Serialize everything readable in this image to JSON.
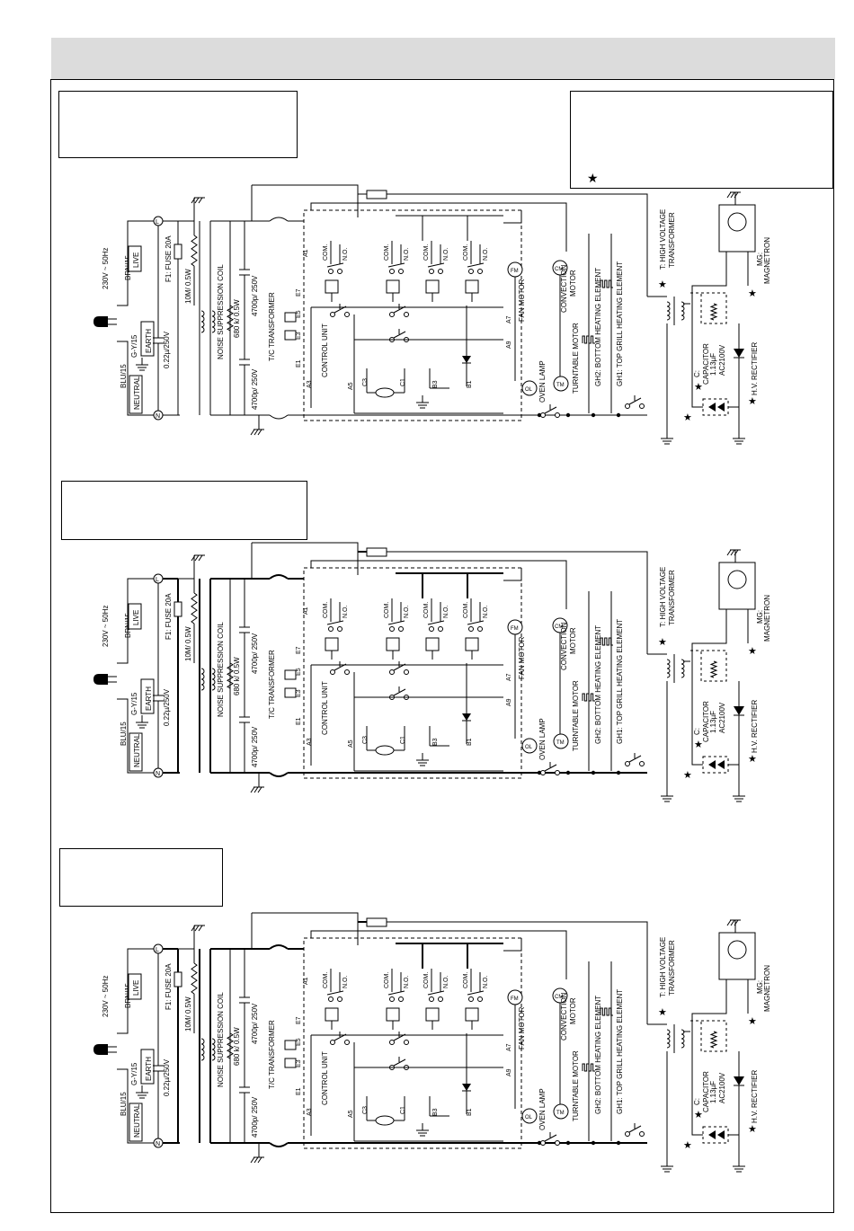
{
  "legend": {
    "star": "★"
  },
  "labels": {
    "supply": "230V ~ 50Hz",
    "brn": "BRN/15",
    "blu": "BLU/15",
    "gy": "G-Y/15",
    "live": "LIVE",
    "earth": "EARTH",
    "neutral": "NEUTRAL",
    "l": "L",
    "n": "N",
    "fuse": "F1: FUSE 20A",
    "res1": "10M/ 0.5W",
    "cap022": "0.22µ/250V",
    "noise": "NOISE SUPPRESSION COIL",
    "res680": "680 k/ 0.5W",
    "cap4700a": "4700p/ 250V",
    "cap4700b": "4700p/ 250V",
    "tc": "T/C TRANSFORMER",
    "control": "CONTROL UNIT",
    "a1": "A1",
    "a3": "A3",
    "a5": "A5",
    "a7": "A7",
    "a9": "A9",
    "e1": "E1",
    "e3": "E3",
    "e5": "E5",
    "e7": "E7",
    "c1": "C1",
    "c3": "C3",
    "b1": "B1",
    "b3": "B3",
    "com": "COM.",
    "no": "N.O.",
    "fm": "FM",
    "cm": "CM",
    "ol": "OL",
    "tm": "TM",
    "fanmotor": "FAN MOTOR",
    "convection": "CONVECTION",
    "motor": "MOTOR",
    "ovenlamp": "OVEN LAMP",
    "turntable": "TURNTABLE MOTOR",
    "gh2": "GH2: BOTTOM HEATING ELEMENT",
    "gh1": "GH1: TOP GRILL HEATING ELEMENT",
    "hvt1": "T: HIGH VOLTAGE",
    "hvt2": "TRANSFORMER",
    "mg1": "MG:",
    "mg2": "MAGNETRON",
    "capc": "C:",
    "capname": "CAPACITOR",
    "capval": "1.13µF",
    "capv": "AC2100V",
    "rect": "H.V. RECTIFIER"
  }
}
